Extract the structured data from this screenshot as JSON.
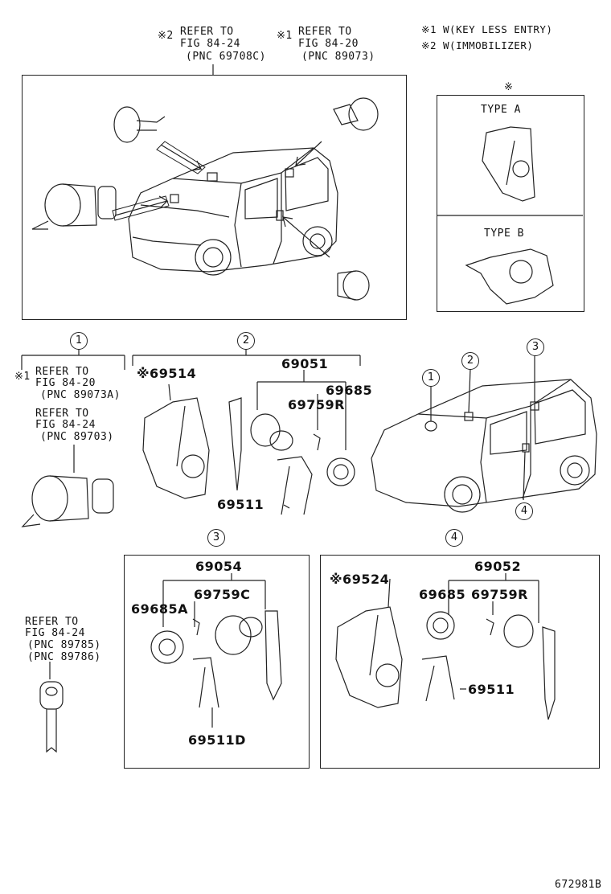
{
  "legend": {
    "n1": "※1  W(KEY LESS ENTRY)",
    "n2": "※2  W(IMMOBILIZER)"
  },
  "top_refs": {
    "ref2": {
      "mark": "※2",
      "l1": "REFER TO",
      "l2": "FIG 84-24",
      "l3": "(PNC 69708C)"
    },
    "ref1": {
      "mark": "※1",
      "l1": "REFER TO",
      "l2": "FIG 84-20",
      "l3": "(PNC 89073)"
    }
  },
  "types": {
    "mark": "※",
    "a": "TYPE A",
    "b": "TYPE B"
  },
  "group1": {
    "num": "1",
    "refA": {
      "mark": "※1",
      "l1": "REFER TO",
      "l2": "FIG 84-20",
      "l3": "(PNC 89073A)"
    },
    "refB": {
      "l1": "REFER TO",
      "l2": "FIG 84-24",
      "l3": "(PNC 89703)"
    }
  },
  "group2": {
    "num": "2",
    "p69051": "69051",
    "p69514": "※69514",
    "p69685": "69685",
    "p69759R": "69759R",
    "p69511": "69511"
  },
  "locator": {
    "n1": "1",
    "n2": "2",
    "n3": "3",
    "n4": "4"
  },
  "group3": {
    "num": "3",
    "p69054": "69054",
    "p69759C": "69759C",
    "p69685A": "69685A",
    "p69511D": "69511D"
  },
  "group4": {
    "num": "4",
    "p69052": "69052",
    "p69524": "※69524",
    "p69685": "69685",
    "p69759R": "69759R",
    "p69511": "69511"
  },
  "keyref": {
    "l1": "REFER TO",
    "l2": "FIG 84-24",
    "l3": "(PNC 89785)",
    "l4": "(PNC 89786)"
  },
  "footer": "672981B"
}
